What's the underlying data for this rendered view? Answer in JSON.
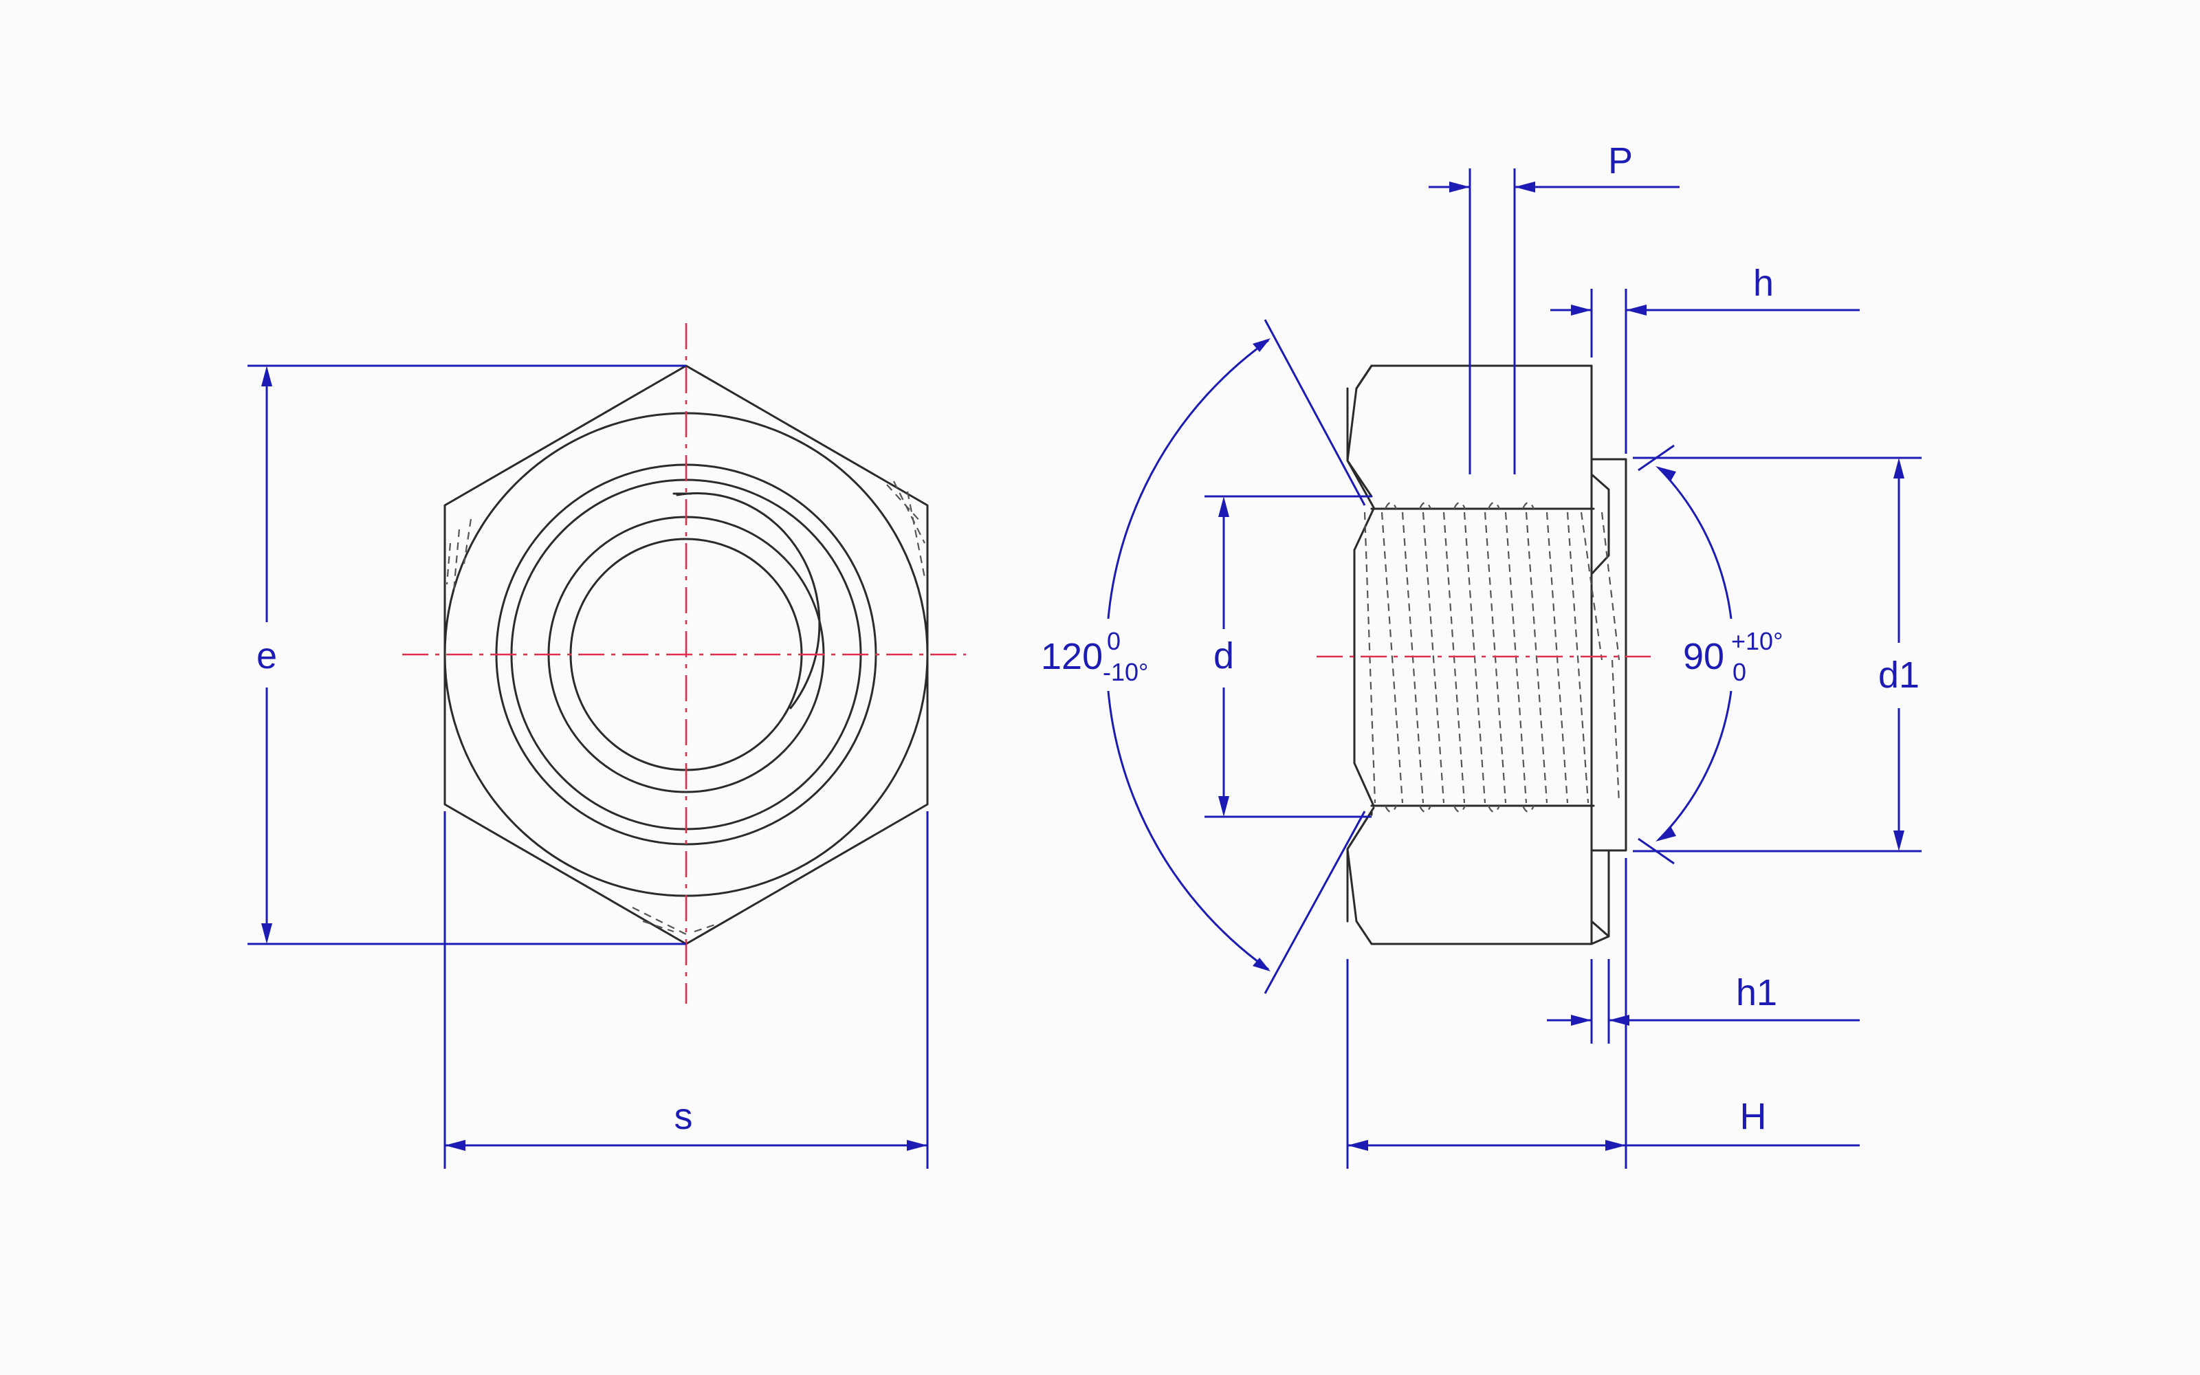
{
  "labels": {
    "e": "e",
    "s": "s",
    "d": "d",
    "d1": "d1",
    "P": "P",
    "h": "h",
    "h1": "h1",
    "H": "H"
  },
  "angles": {
    "chamfer": {
      "value": "120",
      "upper": "0",
      "lower": "-10°"
    },
    "weld_bevel": {
      "value": "90",
      "upper": "+10°",
      "lower": "0"
    }
  },
  "colors": {
    "object_line": "#2b2b2b",
    "dimension": "#1c1cb4",
    "centerline": "#e03050",
    "background": "#fbfbfb"
  }
}
